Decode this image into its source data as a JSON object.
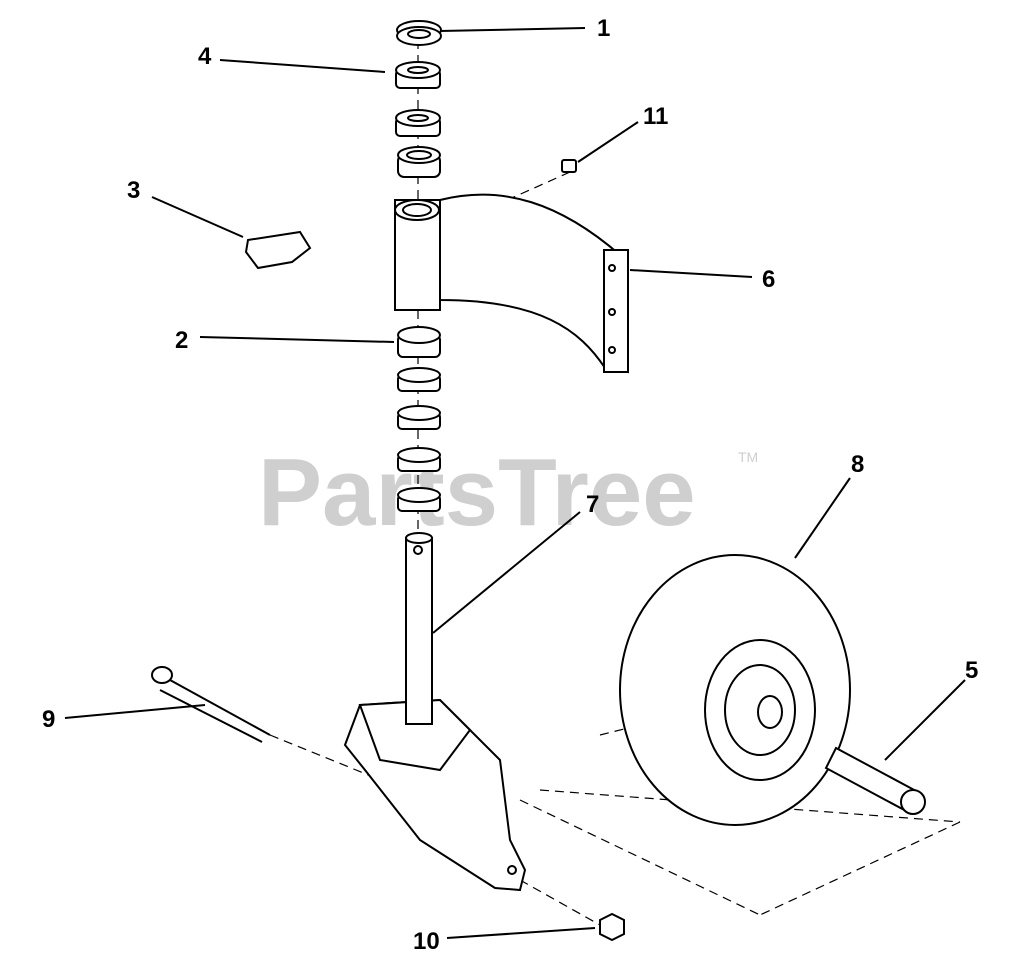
{
  "watermark": {
    "text": "PartsTree",
    "trademark": "TM"
  },
  "callouts": [
    {
      "id": "1",
      "label": "1"
    },
    {
      "id": "2",
      "label": "2"
    },
    {
      "id": "3",
      "label": "3"
    },
    {
      "id": "4",
      "label": "4"
    },
    {
      "id": "5",
      "label": "5"
    },
    {
      "id": "6",
      "label": "6"
    },
    {
      "id": "7",
      "label": "7"
    },
    {
      "id": "8",
      "label": "8"
    },
    {
      "id": "9",
      "label": "9"
    },
    {
      "id": "10",
      "label": "10"
    },
    {
      "id": "11",
      "label": "11"
    }
  ],
  "colors": {
    "ink": "#000000",
    "watermark": "#cfcfcf",
    "background": "#ffffff"
  }
}
